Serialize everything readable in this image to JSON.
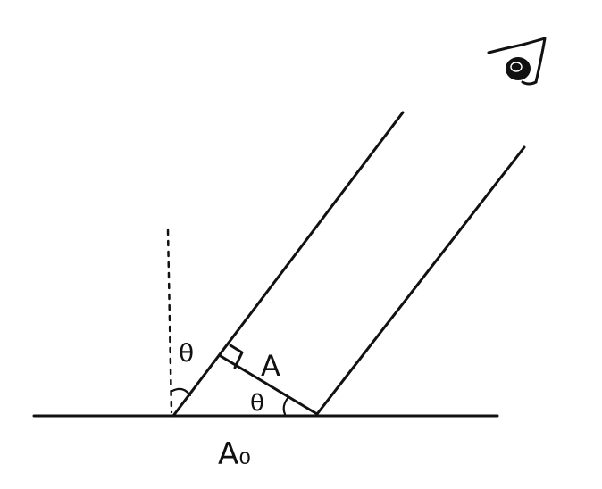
{
  "diagram": {
    "labels": {
      "angle_upper": "θ",
      "angle_lower": "θ",
      "projected_area": "A",
      "ground_area": "A₀"
    },
    "colors": {
      "ink": "#111111",
      "background": "#ffffff"
    },
    "icons": {
      "viewer": "eye-icon",
      "right_angle": "right-angle-marker"
    }
  }
}
